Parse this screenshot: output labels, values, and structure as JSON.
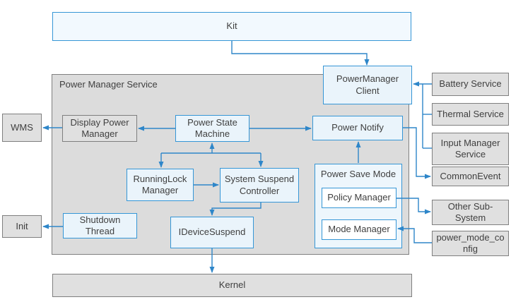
{
  "colors": {
    "box_border_blue": "#3596d6",
    "box_fill_blue": "#eaf4fb",
    "kit_fill": "#f2f9fe",
    "inner_fill_white": "#ffffff",
    "gray_fill": "#e0e0e0",
    "gray_border": "#7f7f7f",
    "container_fill": "#dcdcdc",
    "arrow_blue": "#2e86c9",
    "text": "#3f3f3f",
    "background": "#ffffff"
  },
  "labels": {
    "kit": "Kit",
    "power_manager_service": "Power Manager Service",
    "powermanager_client": "PowerManager Client",
    "wms": "WMS",
    "display_power_manager": "Display Power Manager",
    "power_state_machine": "Power State Machine",
    "power_notify": "Power Notify",
    "runninglock_manager": "RunningLock Manager",
    "system_suspend_controller": "System Suspend Controller",
    "power_save_mode": "Power Save Mode",
    "policy_manager": "Policy Manager",
    "mode_manager": "Mode Manager",
    "shutdown_thread": "Shutdown Thread",
    "idevice_suspend": "IDeviceSuspend",
    "init": "Init",
    "kernel": "Kernel",
    "battery_service": "Battery Service",
    "thermal_service": "Thermal Service",
    "input_manager_service": "Input Manager Service",
    "common_event": "CommonEvent",
    "other_sub_system": "Other Sub-System",
    "power_mode_config": "power_mode_config"
  }
}
